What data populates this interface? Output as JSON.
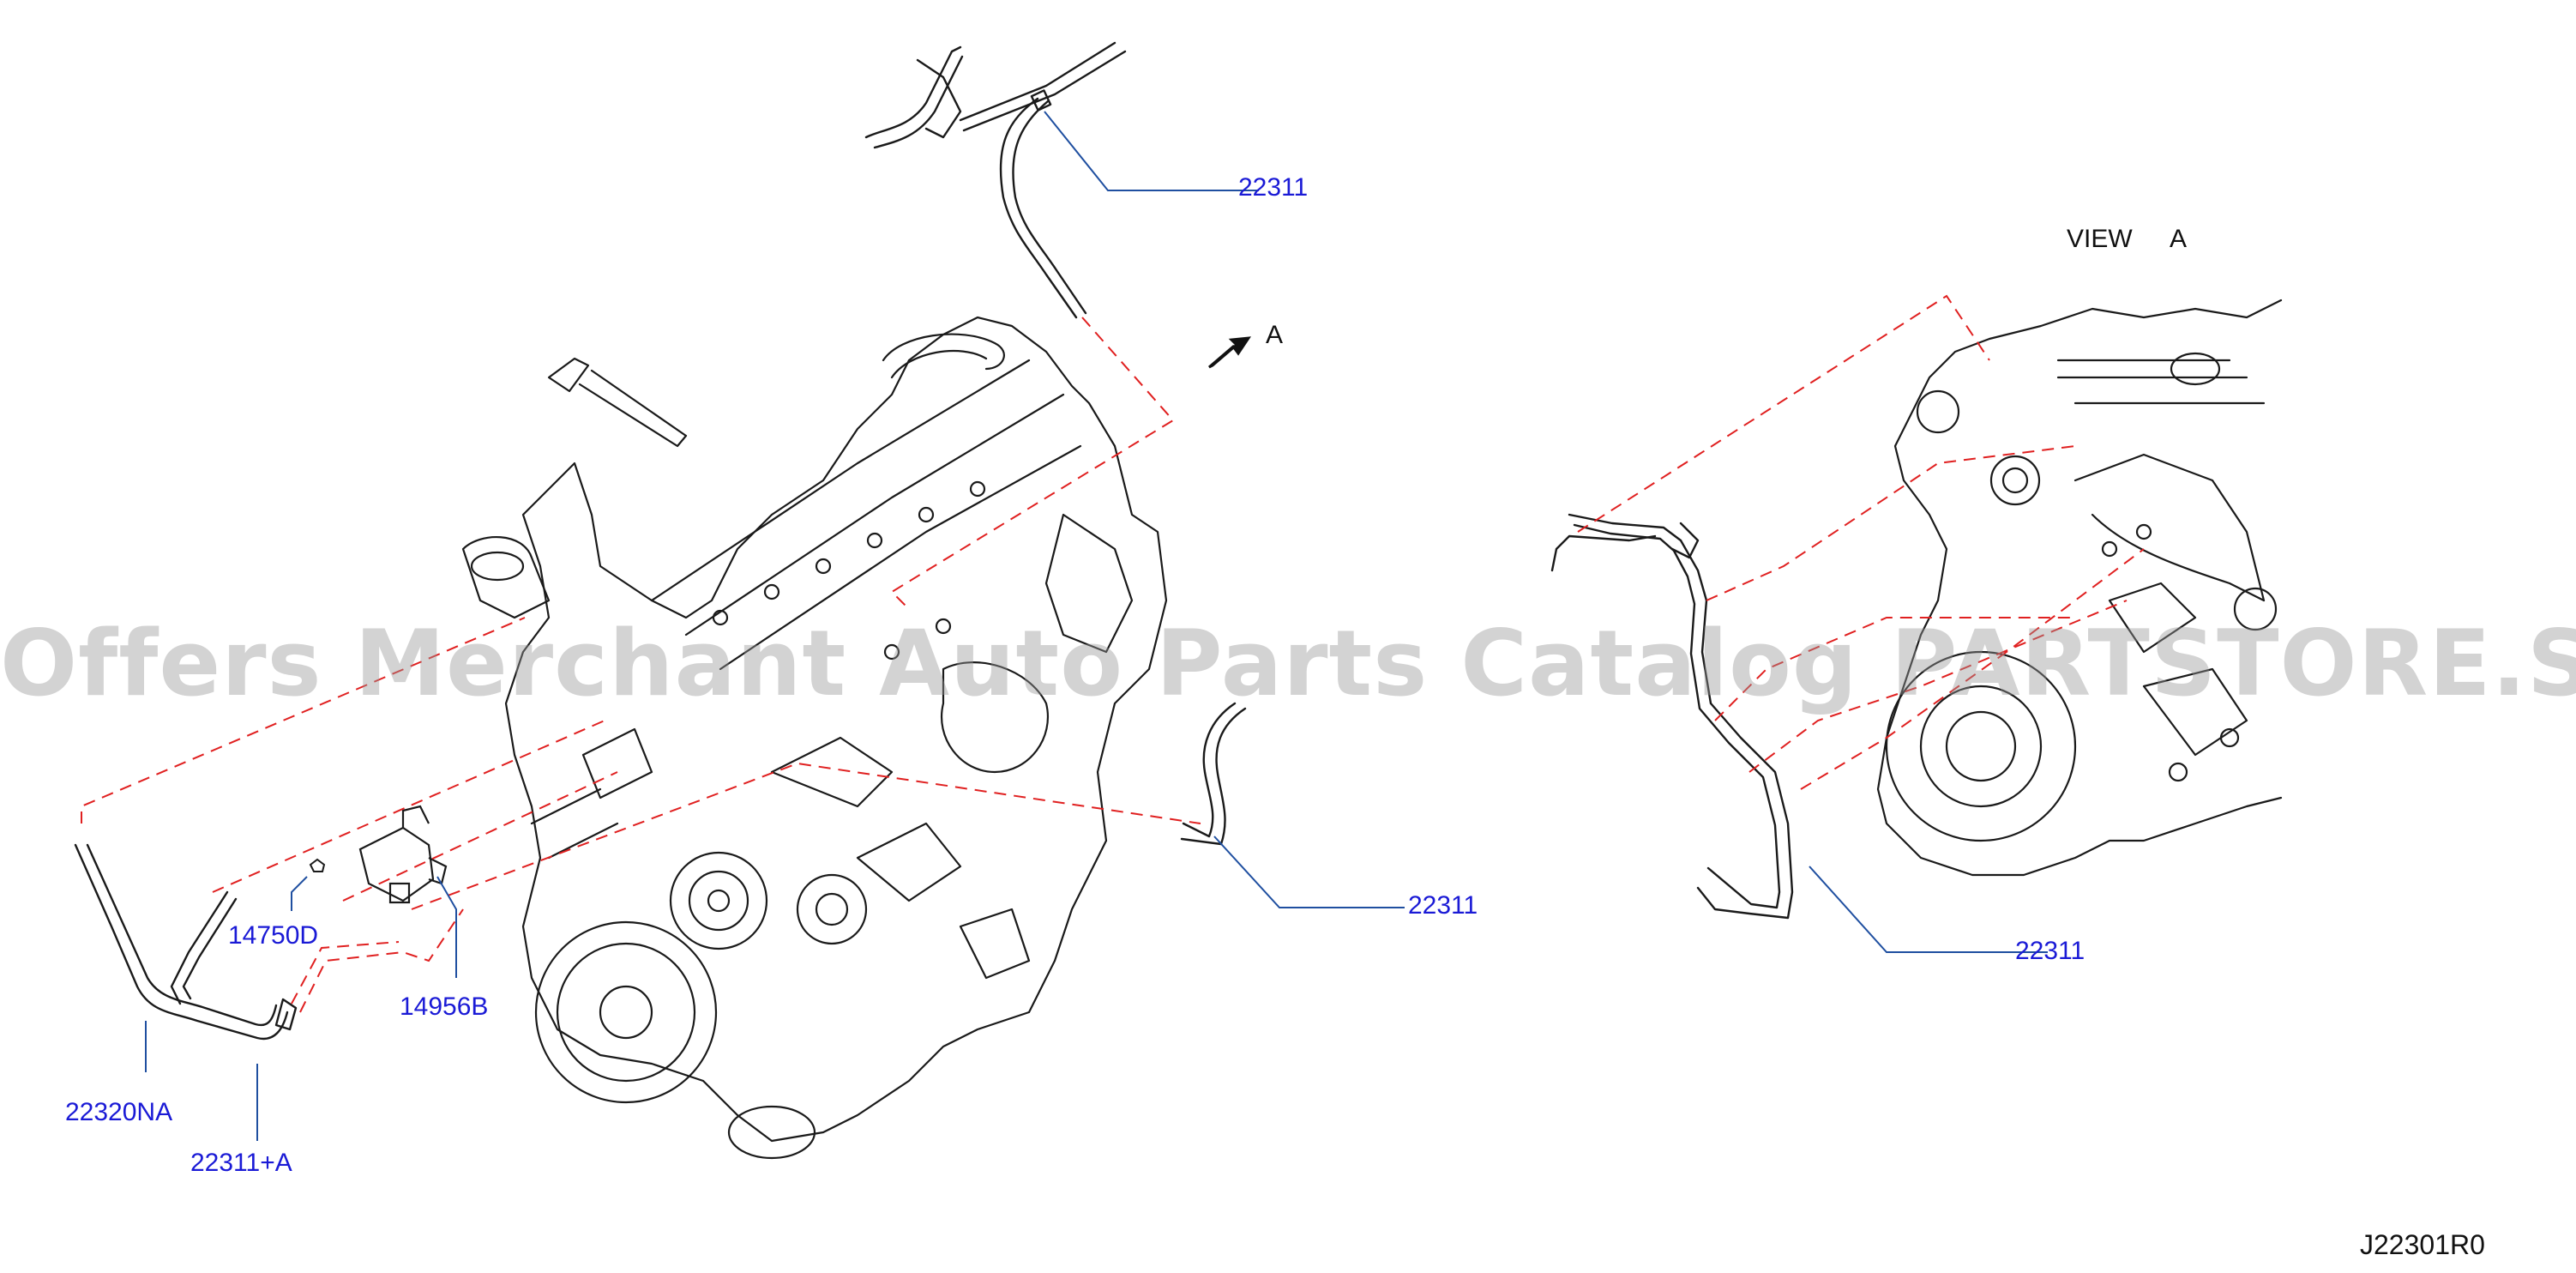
{
  "labels": {
    "left": {
      "top_22311": "22311",
      "right_22311": "22311",
      "part_14750D": "14750D",
      "part_14956B": "14956B",
      "part_22320NA": "22320NA",
      "part_22311A": "22311+A",
      "view_marker": "A"
    },
    "right": {
      "view_title_word": "VIEW",
      "view_title_letter": "A",
      "part_22311": "22311"
    }
  },
  "diagram_code": "J22301R0",
  "watermark": "Offers Merchant Auto Parts Catalog PARTSTORE.SA",
  "colors": {
    "callout_text": "#1a1ad6",
    "leader_line": "#1f4fa0",
    "dashed_line": "#e02020",
    "drawing": "#1a1a1a",
    "watermark": "#969696"
  }
}
